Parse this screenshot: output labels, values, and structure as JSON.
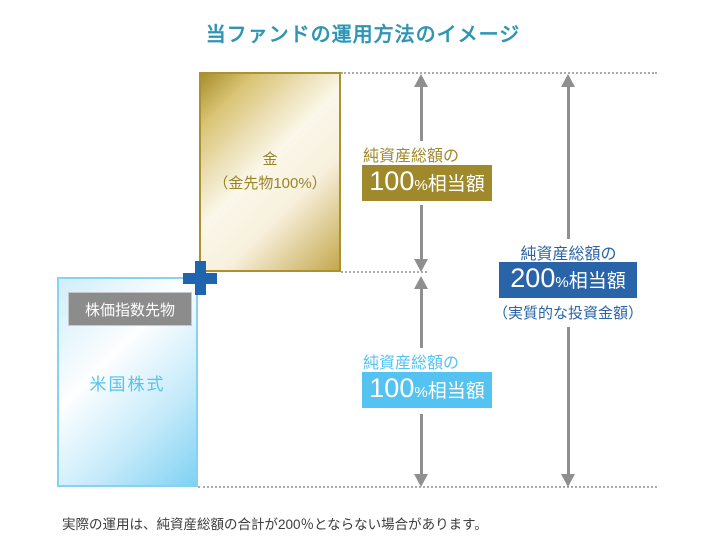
{
  "title": "当ファンドの運用方法のイメージ",
  "gold_box": {
    "line1": "金",
    "line2": "（金先物100%）"
  },
  "stock_box": {
    "tag": "株価指数先物",
    "label": "米国株式"
  },
  "measures": {
    "gold": {
      "prefix": "純資産総額の",
      "value": "100",
      "percent": "%",
      "suffix": "相当額"
    },
    "stock": {
      "prefix": "純資産総額の",
      "value": "100",
      "percent": "%",
      "suffix": "相当額"
    },
    "total": {
      "prefix": "純資産総額の",
      "value": "200",
      "percent": "%",
      "suffix": "相当額",
      "note": "（実質的な投資金額）"
    }
  },
  "footnote": "実際の運用は、純資産総額の合計が200％とならない場合があります。",
  "icons": {
    "plus": "plus-icon",
    "arrows": "double-headed-arrow-icon"
  },
  "colors": {
    "title_teal": "#2E96B4",
    "gold": "#A0892B",
    "gold_border": "#A9922F",
    "gold_text": "#9A8428",
    "cyan": "#54C3F1",
    "cyan_border": "#85D2F2",
    "dark_blue": "#2A64A8",
    "plus_blue": "#1E64AE",
    "tag_gray": "#8C8C8C",
    "arrow_gray": "#8F8F8F",
    "footnote_gray": "#3C3C3C"
  }
}
